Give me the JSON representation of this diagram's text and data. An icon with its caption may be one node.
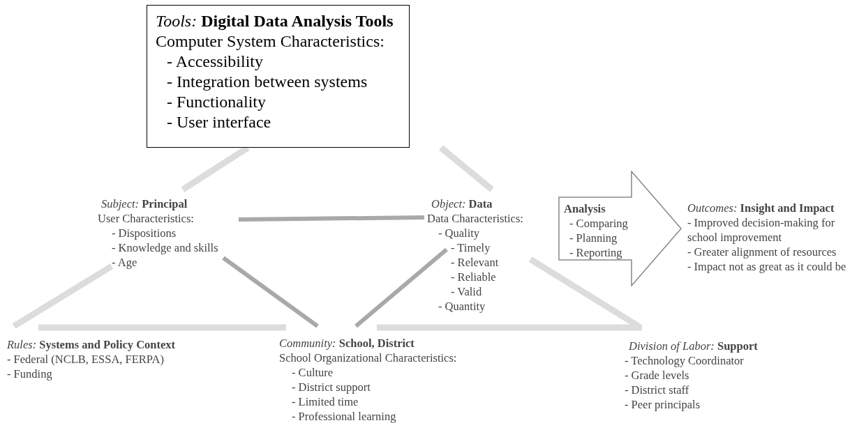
{
  "diagram": {
    "nodes": [
      {
        "text": [
          "*Tools:* **Digital Data Analysis Tools**",
          "Computer System Characteristics:",
          "- Accessibility",
          "- Integration between systems",
          "- Functionality",
          "- User interface"
        ]
      },
      {
        "text": [
          "*Subject:* **Principal**",
          "User Characteristics:",
          "- Dispositions",
          "- Knowledge and skills",
          "- Age"
        ]
      },
      {
        "text": [
          "*Object:* **Data**",
          "Data Characteristics:",
          "- Quality",
          "- Timely",
          "- Relevant",
          "- Reliable",
          "- Valid",
          "- Quantity"
        ]
      },
      {
        "text": [
          "Analysis",
          "- Comparing",
          "- Planning",
          "- Reporting"
        ]
      },
      {
        "text": [
          "*Outcomes:* **Insight and Impact**",
          "- Improved decision-making for school improvement",
          "- Greater alignment of resources",
          "- Impact not as great as it could be"
        ]
      },
      {
        "text": [
          "*Rules:* **Systems and Policy Context**",
          "- Federal (NCLB, ESSA, FERPA)",
          "- Funding"
        ]
      },
      {
        "text": [
          "*Community:* **School, District**",
          "School Organizational Characteristics:",
          "- Culture",
          "- District support",
          "- Limited time",
          "- Professional learning"
        ]
      },
      {
        "text": [
          "*Division of Labor:* **Support**",
          "- Technology Coordinator",
          "- Grade levels",
          "- District staff",
          "- Peer principals"
        ]
      }
    ],
    "edges": [
      {
        "from": 0,
        "to": 1,
        "arrow": "none"
      },
      {
        "from": 0,
        "to": 2,
        "arrow": "none"
      },
      {
        "from": 1,
        "to": 2,
        "arrow": "none",
        "color": "#a9a9a9"
      },
      {
        "from": 1,
        "to": 5,
        "arrow": "none"
      },
      {
        "from": 1,
        "to": 6,
        "arrow": "none",
        "color": "#a9a9a9"
      },
      {
        "from": 2,
        "to": 6,
        "arrow": "none",
        "color": "#a9a9a9"
      },
      {
        "from": 2,
        "to": 7,
        "arrow": "none"
      },
      {
        "from": 5,
        "to": 6,
        "arrow": "none"
      },
      {
        "from": 6,
        "to": 7,
        "arrow": "none"
      }
    ]
  }
}
